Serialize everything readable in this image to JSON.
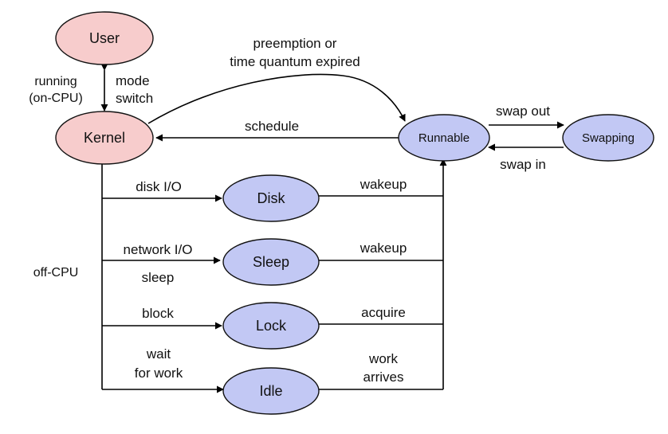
{
  "states": {
    "user": "User",
    "kernel": "Kernel",
    "runnable": "Runnable",
    "swapping": "Swapping",
    "disk": "Disk",
    "sleep": "Sleep",
    "lock": "Lock",
    "idle": "Idle"
  },
  "labels": {
    "running_1": "running",
    "running_2": "(on-CPU)",
    "mode": "mode",
    "switch": "switch",
    "preemption_1": "preemption or",
    "preemption_2": "time quantum expired",
    "schedule": "schedule",
    "swap_out": "swap out",
    "swap_in": "swap in",
    "off_cpu": "off-CPU",
    "disk_io": "disk I/O",
    "network_io": "network I/O",
    "sleep_lbl": "sleep",
    "block": "block",
    "wait_1": "wait",
    "wait_2": "for work",
    "wakeup_1": "wakeup",
    "wakeup_2": "wakeup",
    "acquire": "acquire",
    "work_1": "work",
    "work_2": "arrives"
  },
  "colors": {
    "on_cpu_state": "#f7cccc",
    "off_cpu_state": "#c2c8f4"
  }
}
